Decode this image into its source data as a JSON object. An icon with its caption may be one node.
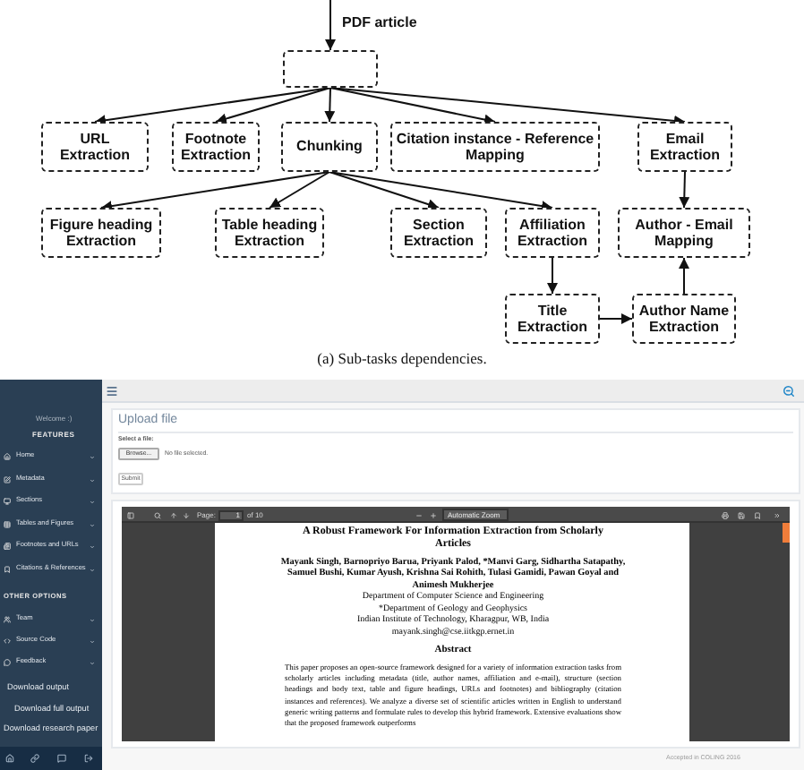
{
  "diagram": {
    "caption": "(a) Sub-tasks dependencies.",
    "nodes": [
      {
        "text": [],
        "shape": "box"
      },
      {
        "text": [
          "URL Extraction"
        ]
      },
      {
        "text": [
          "Footnote Extraction"
        ]
      },
      {
        "text": [
          "Chunking"
        ]
      },
      {
        "text": [
          "Citation instance - Reference Mapping"
        ]
      },
      {
        "text": [
          "Email Extraction"
        ]
      },
      {
        "text": [
          "Figure heading Extraction"
        ]
      },
      {
        "text": [
          "Table heading Extraction"
        ]
      },
      {
        "text": [
          "Section Extraction"
        ]
      },
      {
        "text": [
          "Affiliation Extraction"
        ]
      },
      {
        "text": [
          "Author - Email Mapping"
        ]
      },
      {
        "text": [
          "Title Extraction"
        ]
      },
      {
        "text": [
          "Author Name Extraction"
        ]
      }
    ],
    "edges": [
      {
        "from": null,
        "to": 0,
        "arrow": "to",
        "label": "PDF article"
      },
      {
        "from": 0,
        "to": 1,
        "arrow": "to"
      },
      {
        "from": 0,
        "to": 2,
        "arrow": "to"
      },
      {
        "from": 0,
        "to": 3,
        "arrow": "to"
      },
      {
        "from": 0,
        "to": 4,
        "arrow": "to"
      },
      {
        "from": 0,
        "to": 5,
        "arrow": "to"
      },
      {
        "from": 3,
        "to": 6,
        "arrow": "to"
      },
      {
        "from": 3,
        "to": 7,
        "arrow": "to"
      },
      {
        "from": 3,
        "to": 8,
        "arrow": "to"
      },
      {
        "from": 3,
        "to": 9,
        "arrow": "to"
      },
      {
        "from": 5,
        "to": 10,
        "arrow": "to"
      },
      {
        "from": 9,
        "to": 11,
        "arrow": "to"
      },
      {
        "from": 11,
        "to": 12,
        "arrow": "to"
      },
      {
        "from": 12,
        "to": 10,
        "arrow": "to"
      }
    ],
    "labels": [
      "Welcome :)",
      "FEATURES",
      "Home",
      "Metadata",
      "Sections",
      "Tables and Figures",
      "Footnotes and URLs",
      "Citations & References",
      "OTHER OPTIONS",
      "Team",
      "Source Code",
      "Feedback",
      "Download output",
      "Download full output",
      "Download research paper",
      "Upload file",
      "Select a file:",
      "Browse...",
      "No file selected.",
      "Submit",
      "Page:",
      "1",
      "of 10",
      "Automatic Zoom",
      "A Robust Framework For Information Extraction from Scholarly Articles",
      "Mayank Singh, Barnopriyo Barua, Priyank Palod, *Manvi Garg, Sidhartha Satapathy, Samuel Bushi, Kumar Ayush, Krishna Sai Rohith, Tulasi Gamidi, Pawan Goyal and Animesh Mukherjee",
      "Department of Computer Science and Engineering",
      "*Department of Geology and Geophysics",
      "Indian Institute of Technology, Kharagpur, WB, India",
      "mayank.singh@cse.iitkgp.ernet.in",
      "Abstract",
      "This paper proposes an open-source framework designed for a variety of information extraction tasks from scholarly articles including metadata (title, author names, affiliation and e-mail), structure (section headings and body text, table and figure headings, URLs and footnotes) and bibliography (citation instances and references). We analyze a diverse set of scientific articles written in English to understand generic writing patterns and formulate rules to develop this hybrid framework. Extensive evaluations show that the proposed framework outperforms",
      "Accepted in COLING 2016"
    ]
  }
}
